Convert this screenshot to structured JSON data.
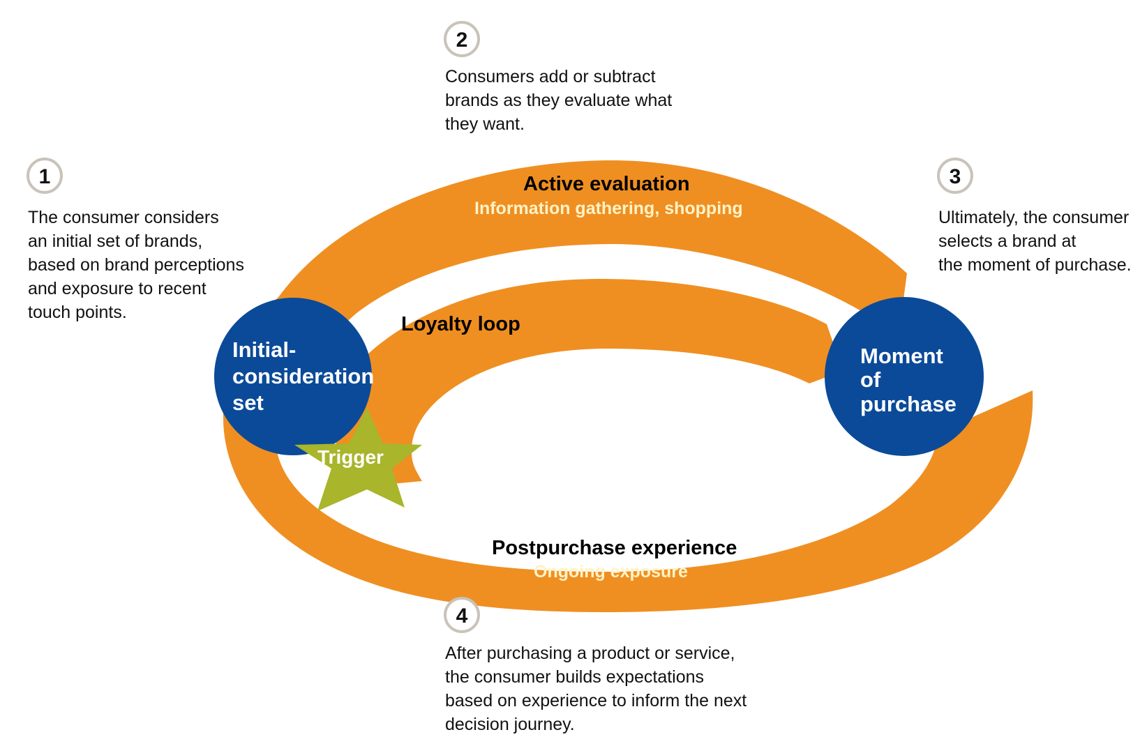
{
  "colors": {
    "band": "#EF8F22",
    "circle": "#0B4A99",
    "star": "#A9B52A",
    "badge_ring": "#C9C3BA",
    "subtitle": "#FFF3C6"
  },
  "steps": [
    {
      "number": "1",
      "lines": [
        "The consumer considers",
        "an initial set of brands,",
        "based on brand perceptions",
        "and exposure to recent",
        "touch points."
      ]
    },
    {
      "number": "2",
      "lines": [
        "Consumers add or subtract",
        "brands as they evaluate what",
        "they want."
      ]
    },
    {
      "number": "3",
      "lines": [
        "Ultimately, the consumer",
        "selects a brand at",
        "the moment of purchase."
      ]
    },
    {
      "number": "4",
      "lines": [
        "After purchasing a product or service,",
        "the consumer builds expectations",
        "based on experience to inform the next",
        "decision journey."
      ]
    }
  ],
  "active_evaluation": {
    "title": "Active evaluation",
    "subtitle": "Information gathering, shopping"
  },
  "loyalty_loop": {
    "label": "Loyalty loop"
  },
  "postpurchase": {
    "title": "Postpurchase experience",
    "subtitle": "Ongoing exposure"
  },
  "initial_consideration": {
    "lines": [
      "Initial-",
      "consideration",
      "set"
    ]
  },
  "moment_of_purchase": {
    "lines": [
      "Moment",
      "of",
      "purchase"
    ]
  },
  "trigger": {
    "label": "Trigger"
  }
}
